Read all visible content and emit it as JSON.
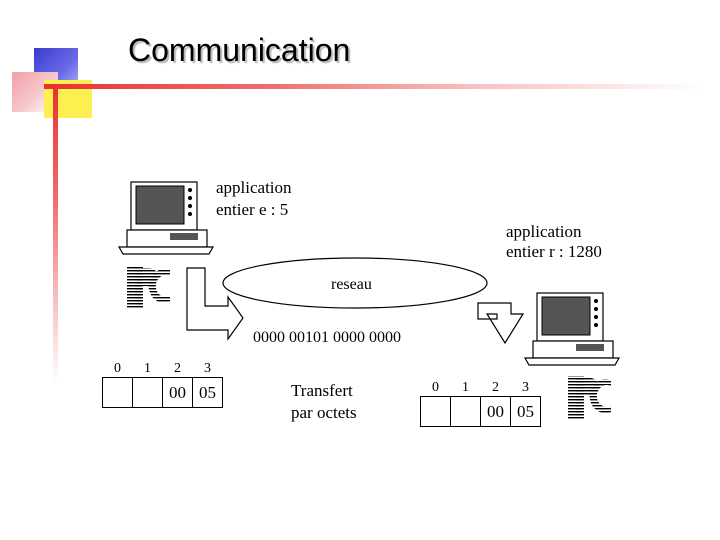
{
  "slide": {
    "title": "Communication",
    "colors": {
      "accent_red": "#e83030",
      "accent_blue": "#3a3ad0",
      "accent_yellow": "#fcf050"
    }
  },
  "sender": {
    "line1": "application",
    "line2": "entier e : 5",
    "icons": [
      "computer-icon",
      "pc-logo-icon"
    ]
  },
  "receiver": {
    "line1": "application",
    "line2": "entier r : 1280",
    "icons": [
      "computer-icon",
      "pc-logo-icon"
    ]
  },
  "network": {
    "label": "reseau",
    "bits": "0000  00101  0000  0000"
  },
  "transfer": {
    "line1": "Transfert",
    "line2": "par octets"
  },
  "sender_bytes": {
    "indexes": [
      "0",
      "1",
      "2",
      "3"
    ],
    "cells": [
      "",
      "",
      "00",
      "05"
    ]
  },
  "receiver_bytes": {
    "indexes": [
      "0",
      "1",
      "2",
      "3"
    ],
    "cells": [
      "",
      "",
      "00",
      "05"
    ]
  }
}
